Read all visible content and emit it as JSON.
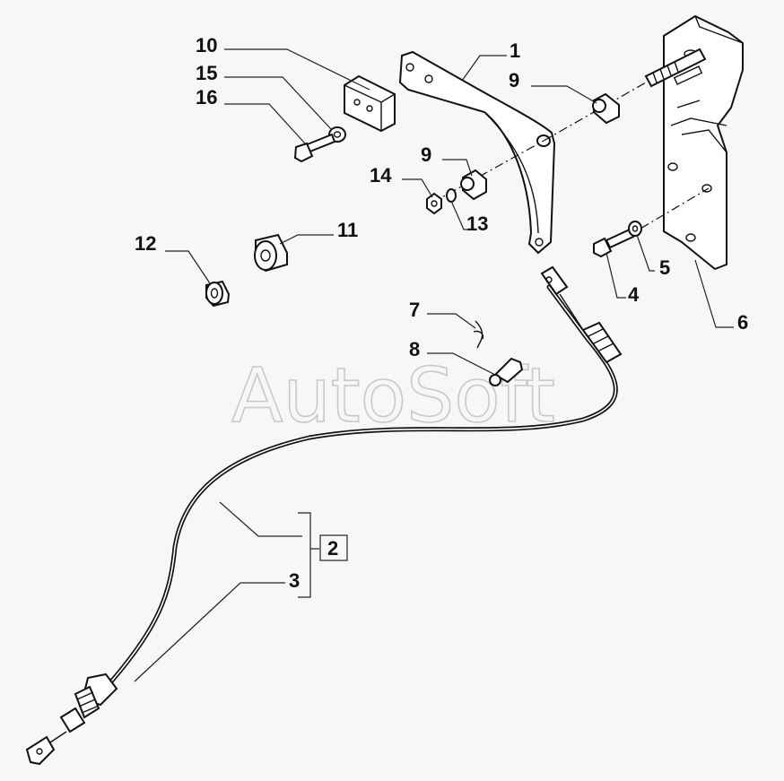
{
  "watermark": "AutoSoft",
  "labels": {
    "l1": "1",
    "l2": "2",
    "l3": "3",
    "l4": "4",
    "l5": "5",
    "l6": "6",
    "l7": "7",
    "l8": "8",
    "l9a": "9",
    "l9b": "9",
    "l10": "10",
    "l11": "11",
    "l12": "12",
    "l13": "13",
    "l14": "14",
    "l15": "15",
    "l16": "16"
  }
}
